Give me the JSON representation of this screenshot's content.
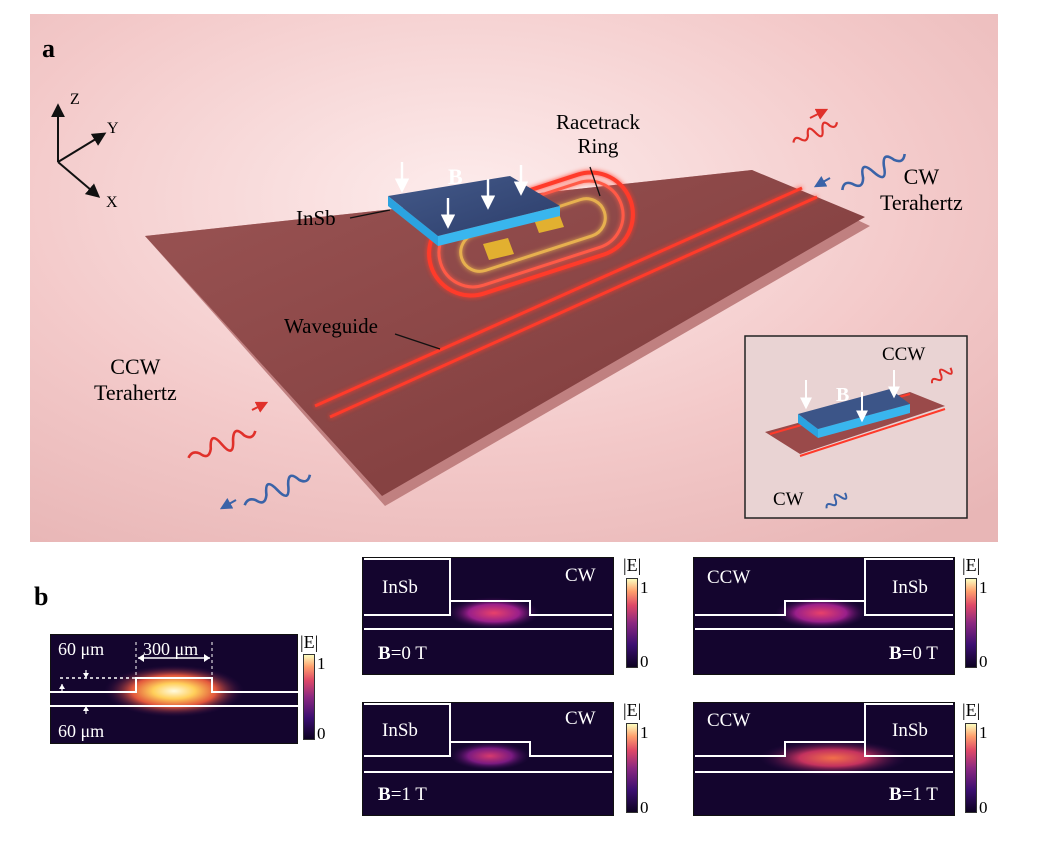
{
  "panel_a": {
    "label": "a",
    "axes": {
      "z": "Z",
      "y": "Y",
      "x": "X"
    },
    "labels": {
      "racetrack_line1": "Racetrack",
      "racetrack_line2": "Ring",
      "cw_line1": "CW",
      "cw_line2": "Terahertz",
      "ccw_line1": "CCW",
      "ccw_line2": "Terahertz",
      "insb": "InSb",
      "waveguide": "Waveguide",
      "b_field": "B"
    },
    "inset": {
      "ccw": "CCW",
      "cw": "CW",
      "b_field": "B"
    }
  },
  "panel_b": {
    "label": "b",
    "cross_section": {
      "dim_top": "60 μm",
      "dim_width": "300 μm",
      "dim_bottom": "60 μm",
      "colorbar": {
        "title": "|E|",
        "max": "1",
        "min": "0"
      }
    },
    "maps": [
      {
        "material": "InSb",
        "direction": "CW",
        "field_bold": "B",
        "field_value": "=0 T",
        "cb_title": "|E|",
        "cb_max": "1",
        "cb_min": "0"
      },
      {
        "material": "InSb",
        "direction": "CCW",
        "field_bold": "B",
        "field_value": "=0 T",
        "cb_title": "|E|",
        "cb_max": "1",
        "cb_min": "0"
      },
      {
        "material": "InSb",
        "direction": "CW",
        "field_bold": "B",
        "field_value": "=1 T",
        "cb_title": "|E|",
        "cb_max": "1",
        "cb_min": "0"
      },
      {
        "material": "InSb",
        "direction": "CCW",
        "field_bold": "B",
        "field_value": "=1 T",
        "cb_title": "|E|",
        "cb_max": "1",
        "cb_min": "0"
      }
    ]
  }
}
